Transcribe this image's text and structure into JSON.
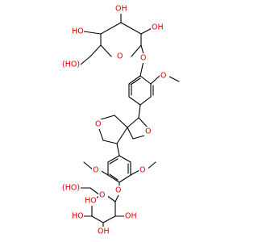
{
  "molecule": {
    "atom_labels": {
      "oh_top_left": "HO",
      "oh_top_mid": "OH",
      "oh_top_right": "OH",
      "ch2oh_top": "(HO)",
      "o_ring_top": "O",
      "o_link_top": "O",
      "o_methoxy_top": "O",
      "o_furan_upper": "O",
      "o_furan_lower": "O",
      "o_methoxy_lower_left": "O",
      "o_methoxy_lower_right": "O",
      "o_link_lower": "O",
      "ch2oh_lower": "(HO)",
      "o_ring_lower": "O",
      "oh_lower_right": "OH",
      "oh_lower_left": "HO",
      "oh_lower_bottom": "OH",
      "oh_lower_bottom_left": "HO"
    }
  },
  "colors": {
    "bond": "#000000",
    "heteroatom_oxygen": "#e00000",
    "background": "#ffffff"
  }
}
